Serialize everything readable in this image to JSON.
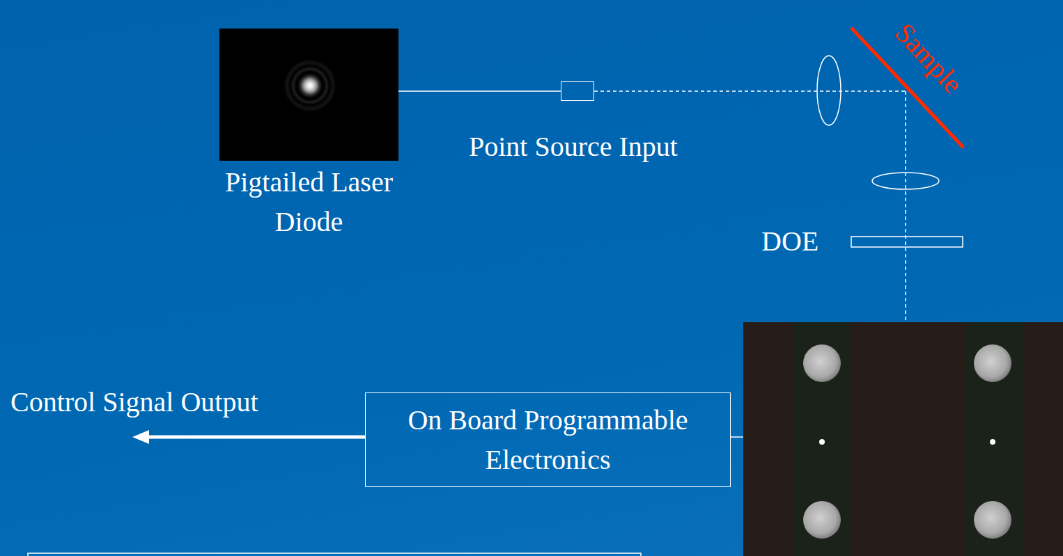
{
  "diagram": {
    "nodes": [
      {
        "text": [
          "Pigtailed Laser Diode"
        ]
      },
      {
        "text": [
          "Point Source Input"
        ]
      },
      {
        "text": [
          "On Board Programmable Electronics"
        ]
      }
    ],
    "edges": [
      {
        "from": 0,
        "to": 1,
        "arrow": "none"
      }
    ],
    "labels": [
      "Sample",
      "DOE",
      "Control Signal Output"
    ]
  }
}
